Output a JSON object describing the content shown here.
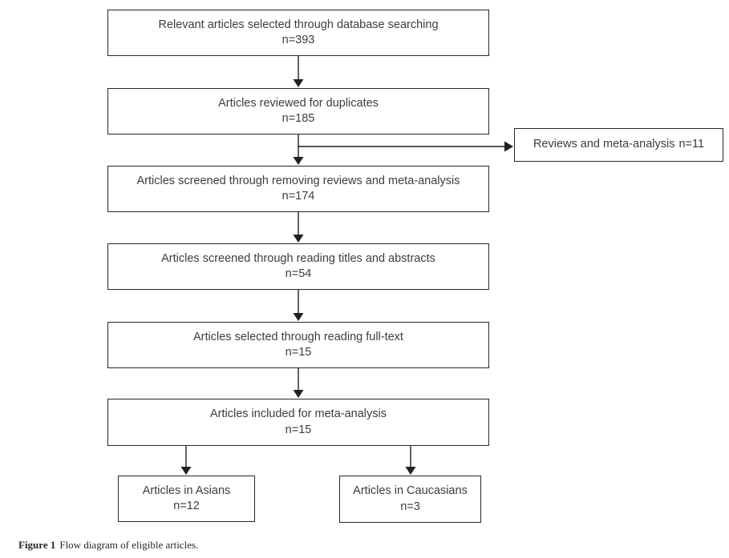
{
  "figure_caption": {
    "label": "Figure 1",
    "text": "Flow diagram of eligible articles."
  },
  "flowchart": {
    "nodes": [
      {
        "label": "Relevant articles selected through database searching",
        "count": "n=393"
      },
      {
        "label": "Articles reviewed for duplicates",
        "count": "n=185"
      },
      {
        "label": "Articles screened through removing reviews and meta-analysis",
        "count": "n=174"
      },
      {
        "label": "Articles screened through reading titles and abstracts",
        "count": "n=54"
      },
      {
        "label": "Articles selected through reading full-text",
        "count": "n=15"
      },
      {
        "label": "Articles included for meta-analysis",
        "count": "n=15"
      },
      {
        "label": "Articles in Asians",
        "count": "n=12"
      },
      {
        "label": "Articles in Caucasians",
        "count": "n=3"
      }
    ],
    "side_node": {
      "label": "Reviews and meta-analysis",
      "count": "n=11"
    }
  },
  "colors": {
    "line": "#231f20",
    "box_border": "#2a2627",
    "text": "#3d3d3f",
    "background": "#ffffff"
  }
}
